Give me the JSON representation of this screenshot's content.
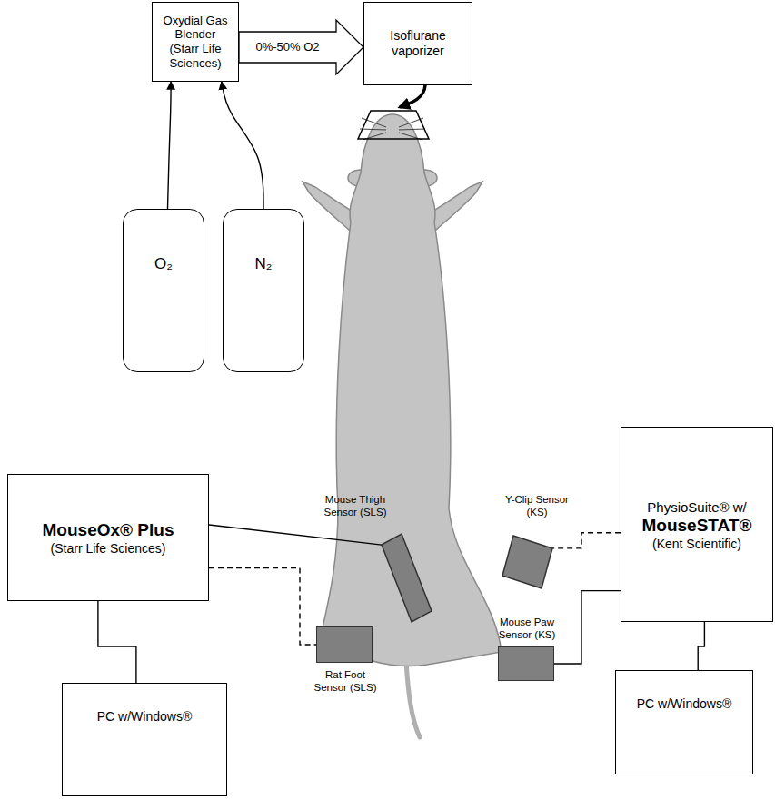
{
  "diagram": {
    "nodes": [
      {
        "text": [
          "Oxydial Gas Blender",
          "(Starr Life Sciences)"
        ]
      },
      {
        "text": [
          "Isoflurane vaporizer"
        ]
      },
      {
        "text": [
          "O₂"
        ]
      },
      {
        "text": [
          "N₂"
        ]
      },
      {
        "text": [
          "MouseOx® Plus",
          "(Starr Life Sciences)"
        ]
      },
      {
        "text": [
          "PhysioSuite® w/",
          "MouseSTAT®",
          "(Kent Scientific)"
        ]
      },
      {
        "text": [
          "PC w/Windows®"
        ]
      },
      {
        "text": [
          "PC w/Windows®"
        ]
      },
      {
        "text": [
          "Mouse Thigh Sensor (SLS)"
        ]
      },
      {
        "text": [
          "Rat Foot Sensor (SLS)"
        ]
      },
      {
        "text": [
          "Y-Clip Sensor (KS)"
        ]
      },
      {
        "text": [
          "Mouse Paw Sensor (KS)"
        ]
      }
    ],
    "edges": [
      {
        "from": 2,
        "to": 0,
        "arrow": "to"
      },
      {
        "from": 3,
        "to": 0,
        "arrow": "to"
      },
      {
        "from": 0,
        "to": 1,
        "label": "0%-50% O2",
        "arrow": "to"
      },
      {
        "from": 4,
        "to": 8,
        "arrow": "none"
      },
      {
        "from": 4,
        "to": 9,
        "arrow": "none"
      },
      {
        "from": 5,
        "to": 10,
        "arrow": "none"
      },
      {
        "from": 5,
        "to": 11,
        "arrow": "none"
      },
      {
        "from": 4,
        "to": 6,
        "arrow": "none"
      },
      {
        "from": 5,
        "to": 7,
        "arrow": "none"
      }
    ]
  }
}
